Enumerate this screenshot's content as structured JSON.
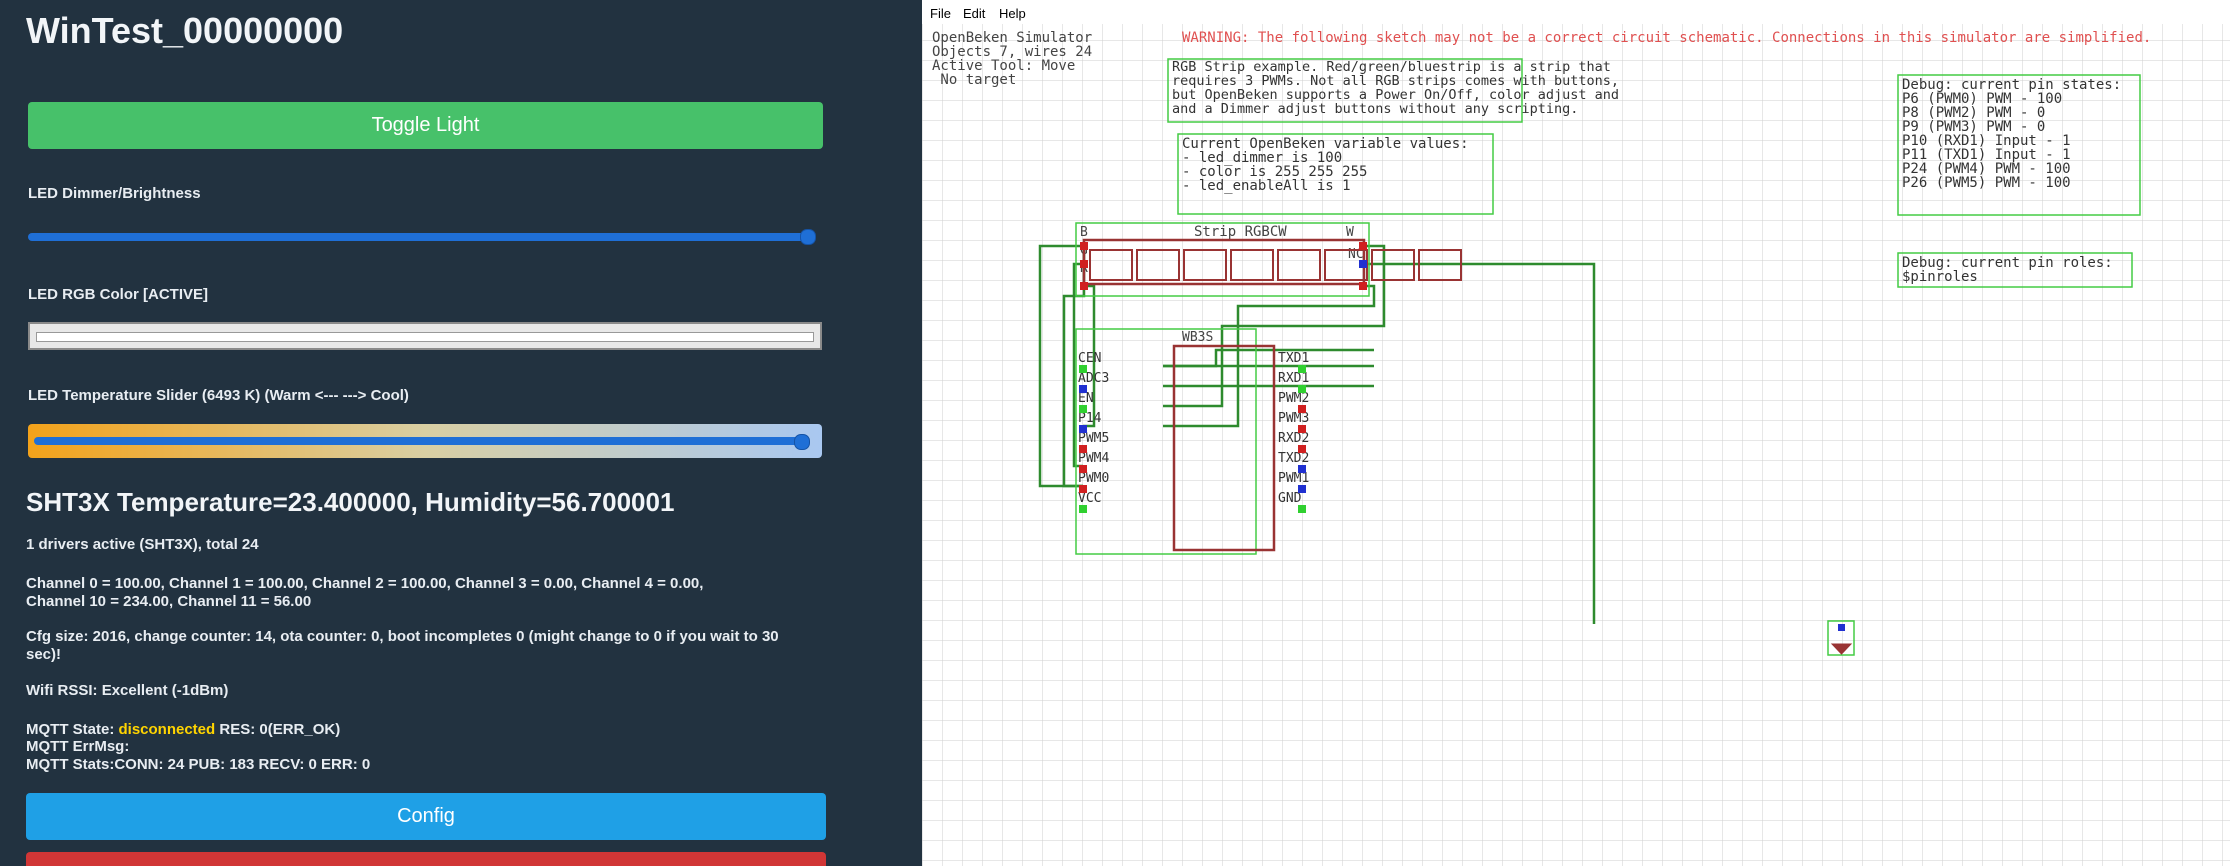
{
  "left": {
    "title": "WinTest_00000000",
    "toggle_label": "Toggle Light",
    "dimmer_label": "LED Dimmer/Brightness",
    "dimmer_value": 1.0,
    "rgb_label": "LED RGB Color [ACTIVE]",
    "temp_label": "LED Temperature Slider (6493 K) (Warm <--- ---> Cool)",
    "temp_value": 1.0,
    "sensor_heading": "SHT3X Temperature=23.400000, Humidity=56.700001",
    "drivers": "1 drivers active (SHT3X), total 24",
    "channels_line1": "Channel 0 = 100.00, Channel 1 = 100.00, Channel 2 = 100.00, Channel 3 = 0.00, Channel 4 = 0.00,",
    "channels_line2": "Channel 10 = 234.00, Channel 11 = 56.00",
    "cfg_line1": "Cfg size: 2016, change counter: 14, ota counter: 0, boot incompletes 0 (might change to 0 if you wait to 30",
    "cfg_line2": "sec)!",
    "wifi": "Wifi RSSI: Excellent (-1dBm)",
    "mqtt_state_prefix": "MQTT State: ",
    "mqtt_state_value": "disconnected",
    "mqtt_state_suffix": " RES: 0(ERR_OK)",
    "mqtt_errmsg": "MQTT ErrMsg:",
    "mqtt_stats": "MQTT Stats:CONN: 24 PUB: 183 RECV: 0 ERR: 0",
    "config_label": "Config",
    "colors": {
      "bg": "#223240",
      "toggle": "#47c16a",
      "config": "#1fa0e6",
      "red": "#d13636",
      "mqtt_state": "#ffd400"
    }
  },
  "sim": {
    "menu": [
      "File",
      "Edit",
      "Help"
    ],
    "status": [
      "OpenBeken Simulator",
      "Objects 7, wires 24",
      "Active Tool: Move",
      " No target"
    ],
    "warning": "WARNING: The following sketch may not be a correct circuit schematic. Connections in this simulator are simplified.",
    "rgb_note": [
      "RGB Strip example. Red/green/bluestrip is a strip that",
      "requires 3 PWMs. Not all RGB strips comes with buttons,",
      "but OpenBeken supports a Power On/Off, color adjust and",
      "and a Dimmer adjust buttons without any scripting."
    ],
    "vars": [
      "Current OpenBeken variable values:",
      "- led_dimmer is 100",
      "- color is 255 255 255",
      "- led_enableAll is 1"
    ],
    "pin_states": [
      "Debug: current pin states:",
      "P6 (PWM0) PWM - 100",
      "P8 (PWM2) PWM - 0",
      "P9 (PWM3) PWM - 0",
      "P10 (RXD1) Input - 1",
      "P11 (TXD1) Input - 1",
      "P24 (PWM4) PWM - 100",
      "P26 (PWM5) PWM - 100"
    ],
    "pin_roles": [
      "Debug: current pin roles:",
      "$pinroles"
    ],
    "strip": {
      "title": "Strip RGBCW",
      "pins_left": [
        "B",
        "G",
        "R"
      ],
      "pins_right": [
        "W",
        "NC"
      ]
    },
    "chip": {
      "title": "WB3S",
      "left_pins": [
        "CEN",
        "ADC3",
        "EN",
        "P14",
        "PWM5",
        "PWM4",
        "PWM0",
        "VCC"
      ],
      "right_pins": [
        "TXD1",
        "RXD1",
        "PWM2",
        "PWM3",
        "RXD2",
        "TXD2",
        "PWM1",
        "GND"
      ]
    }
  }
}
